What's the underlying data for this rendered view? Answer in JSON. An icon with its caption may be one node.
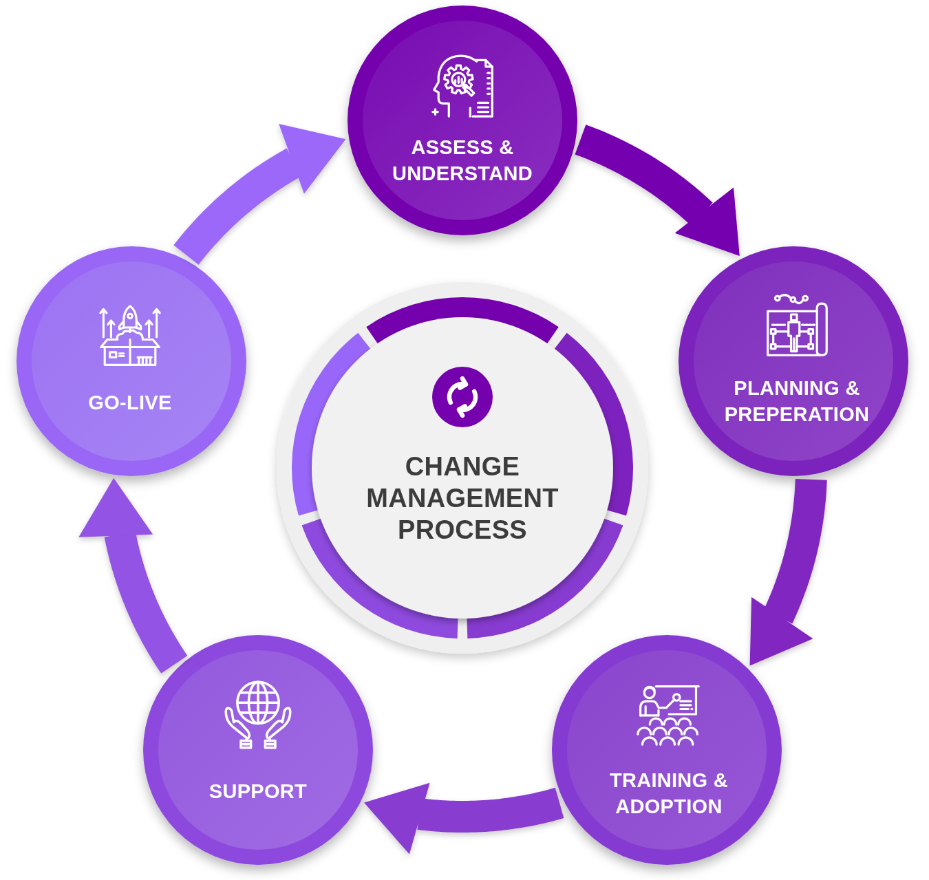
{
  "diagram": {
    "nodes": [
      {
        "text": [
          "CHANGE MANAGEMENT PROCESS"
        ]
      },
      {
        "text": [
          "ASSESS & UNDERSTAND"
        ]
      },
      {
        "text": [
          "PLANNING & PREPERATION"
        ]
      },
      {
        "text": [
          "TRAINING & ADOPTION"
        ]
      },
      {
        "text": [
          "SUPPORT"
        ]
      },
      {
        "text": [
          "GO-LIVE"
        ]
      }
    ],
    "edges": [
      {
        "from": 1,
        "to": 2,
        "arrow": "to",
        "color": "#7500af"
      },
      {
        "from": 2,
        "to": 3,
        "arrow": "to",
        "color": "#8126c0"
      },
      {
        "from": 3,
        "to": 4,
        "arrow": "to",
        "color": "#893dd0"
      },
      {
        "from": 4,
        "to": 5,
        "arrow": "to",
        "color": "#9352e4"
      },
      {
        "from": 5,
        "to": 1,
        "arrow": "to",
        "color": "#9c67fa"
      }
    ]
  }
}
